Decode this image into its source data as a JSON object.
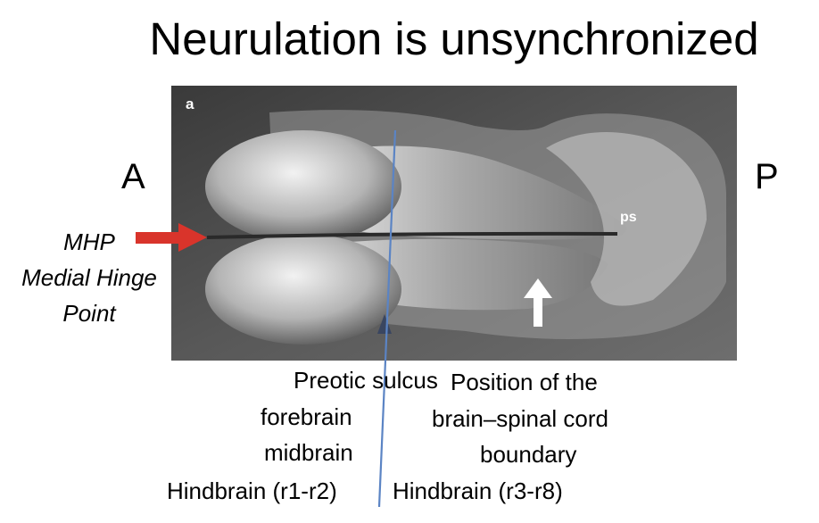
{
  "title": "Neurulation is unsynchronized",
  "orientation": {
    "anterior": "A",
    "posterior": "P"
  },
  "panel_label": "a",
  "ps_label": "ps",
  "mhp": {
    "abbr": "MHP",
    "line1": "Medial Hinge",
    "line2": "Point"
  },
  "labels_left": {
    "preotic": "Preotic sulcus",
    "forebrain": "forebrain",
    "midbrain": "midbrain",
    "hindbrain": "Hindbrain (r1-r2)"
  },
  "labels_right": {
    "line1": "Position of the",
    "line2": "brain–spinal cord",
    "line3": "boundary",
    "hindbrain": "Hindbrain (r3-r8)"
  },
  "colors": {
    "mhp_arrow": "#d9342b",
    "sulcus_line": "#5b84c4",
    "white_arrow": "#ffffff"
  }
}
